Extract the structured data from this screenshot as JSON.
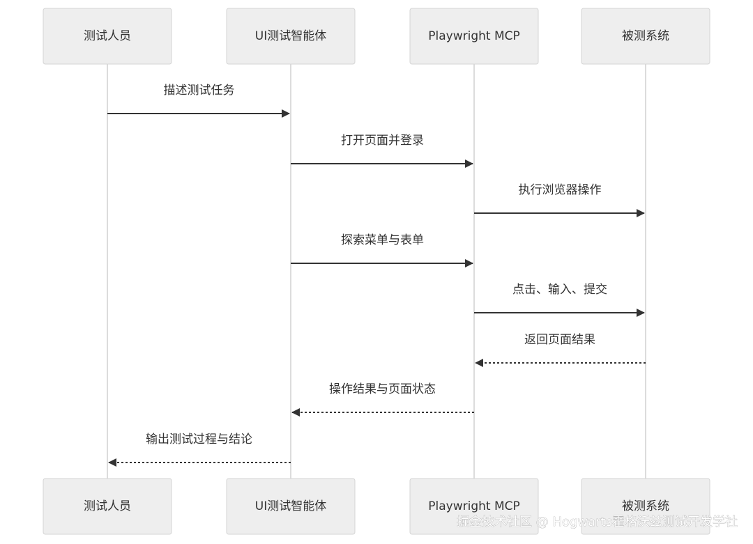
{
  "participants": [
    {
      "id": "tester",
      "label": "测试人员"
    },
    {
      "id": "agent",
      "label": "UI测试智能体"
    },
    {
      "id": "mcp",
      "label": "Playwright MCP"
    },
    {
      "id": "sut",
      "label": "被测系统"
    }
  ],
  "messages": [
    {
      "from": "tester",
      "to": "agent",
      "label": "描述测试任务",
      "style": "solid"
    },
    {
      "from": "agent",
      "to": "mcp",
      "label": "打开页面并登录",
      "style": "solid"
    },
    {
      "from": "mcp",
      "to": "sut",
      "label": "执行浏览器操作",
      "style": "solid"
    },
    {
      "from": "agent",
      "to": "mcp",
      "label": "探索菜单与表单",
      "style": "solid"
    },
    {
      "from": "mcp",
      "to": "sut",
      "label": "点击、输入、提交",
      "style": "solid"
    },
    {
      "from": "sut",
      "to": "mcp",
      "label": "返回页面结果",
      "style": "dashed"
    },
    {
      "from": "mcp",
      "to": "agent",
      "label": "操作结果与页面状态",
      "style": "dashed"
    },
    {
      "from": "agent",
      "to": "tester",
      "label": "输出测试过程与结论",
      "style": "dashed"
    }
  ],
  "watermark": "掘金技术社区 @ Hogwarts霍格沃兹测试开发学社",
  "colors": {
    "actor_fill": "#eeeeee",
    "actor_border": "#d4d4d4",
    "lifeline": "#d0d0d0",
    "line": "#333333",
    "text": "#333333"
  }
}
